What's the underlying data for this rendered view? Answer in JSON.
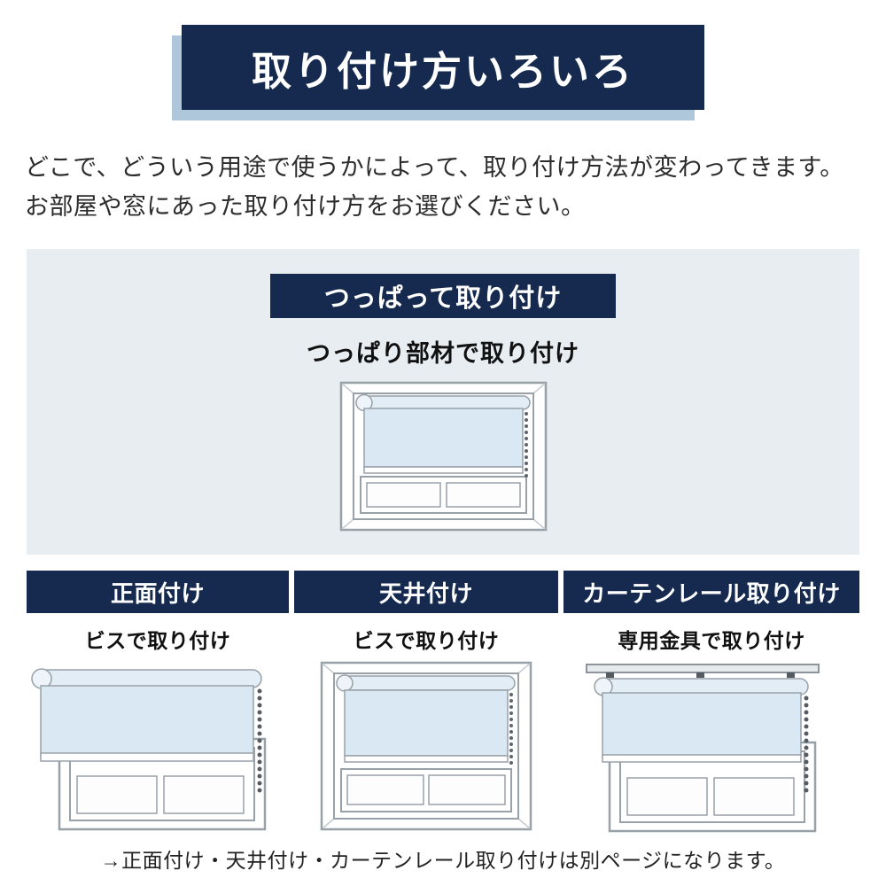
{
  "title": "取り付け方いろいろ",
  "intro": {
    "line1": "どこで、どういう用途で使うかによって、取り付け方法が変わってきます。",
    "line2": "お部屋や窓にあった取り付け方をお選びください。"
  },
  "featured": {
    "header": "つっぱって取り付け",
    "caption": "つっぱり部材で取り付け"
  },
  "methods": [
    {
      "header": "正面付け",
      "caption": "ビスで取り付け"
    },
    {
      "header": "天井付け",
      "caption": "ビスで取り付け"
    },
    {
      "header": "カーテンレール取り付け",
      "caption": "専用金具で取り付け"
    }
  ],
  "footnote": "→正面付け・天井付け・カーテンレール取り付けは別ページになります。",
  "colors": {
    "navy": "#152a4e",
    "shadow": "#aec7da",
    "panel": "#e7edf1",
    "blind": "#d9e8f3"
  }
}
